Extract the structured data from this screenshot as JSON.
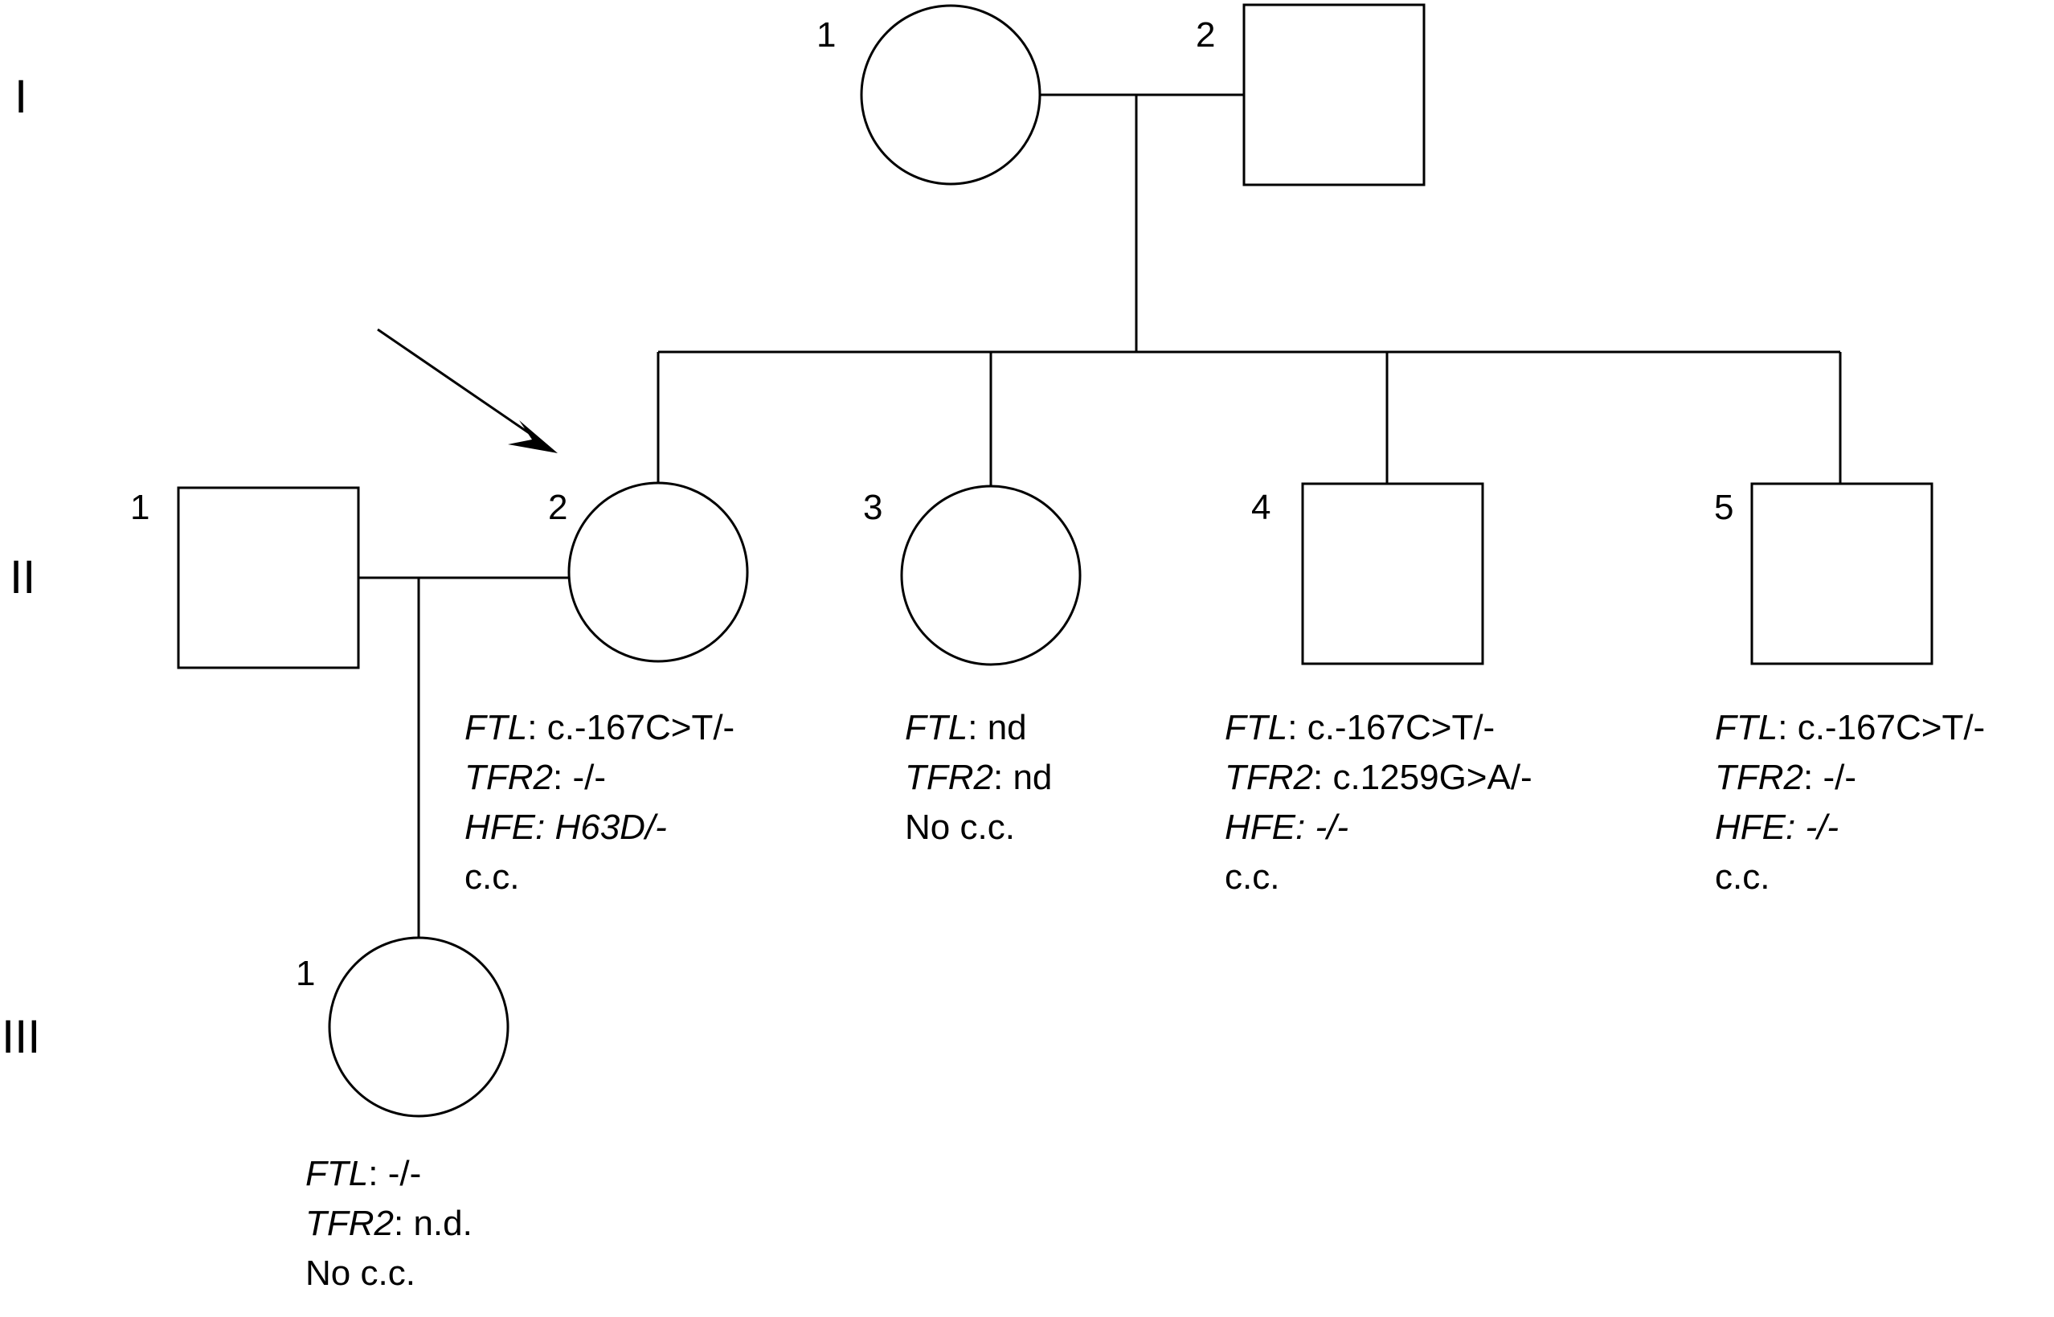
{
  "generations": [
    "I",
    "II",
    "III"
  ],
  "individuals": {
    "I1": {
      "number": "1",
      "sex": "female"
    },
    "I2": {
      "number": "2",
      "sex": "male"
    },
    "II1": {
      "number": "1",
      "sex": "male"
    },
    "II2": {
      "number": "2",
      "sex": "female",
      "proband": true
    },
    "II3": {
      "number": "3",
      "sex": "female"
    },
    "II4": {
      "number": "4",
      "sex": "male"
    },
    "II5": {
      "number": "5",
      "sex": "male"
    },
    "III1": {
      "number": "1",
      "sex": "female"
    }
  },
  "genotypes": {
    "II2": [
      {
        "gene": "FTL",
        "sep": ":",
        "value": " c.-167C>T/-"
      },
      {
        "gene": "TFR2",
        "sep": ":",
        "value": " -/-"
      },
      {
        "gene": "HFE",
        "sep": ": H63D/-",
        "value": ""
      },
      {
        "gene": "",
        "sep": "",
        "value": "c.c."
      }
    ],
    "II3": [
      {
        "gene": "FTL",
        "sep": ":",
        "value": " nd"
      },
      {
        "gene": "TFR2",
        "sep": ":",
        "value": " nd"
      },
      {
        "gene": "",
        "sep": "",
        "value": "No c.c."
      }
    ],
    "II4": [
      {
        "gene": "FTL",
        "sep": ":",
        "value": " c.-167C>T/-"
      },
      {
        "gene": "TFR2",
        "sep": ":",
        "value": " c.1259G>A/-"
      },
      {
        "gene": "HFE",
        "sep": ": -/-",
        "value": ""
      },
      {
        "gene": "",
        "sep": "",
        "value": "c.c."
      }
    ],
    "II5": [
      {
        "gene": "FTL",
        "sep": ":",
        "value": " c.-167C>T/-"
      },
      {
        "gene": "TFR2",
        "sep": ":",
        "value": " -/-"
      },
      {
        "gene": "HFE",
        "sep": ": -/-",
        "value": ""
      },
      {
        "gene": "",
        "sep": "",
        "value": "c.c."
      }
    ],
    "III1": [
      {
        "gene": "FTL",
        "sep": ":",
        "value": " -/-"
      },
      {
        "gene": "TFR2",
        "sep": ":",
        "value": " n.d."
      },
      {
        "gene": "",
        "sep": "",
        "value": "No c.c."
      }
    ]
  },
  "colors": {
    "stroke": "#000000",
    "background": "#ffffff"
  }
}
